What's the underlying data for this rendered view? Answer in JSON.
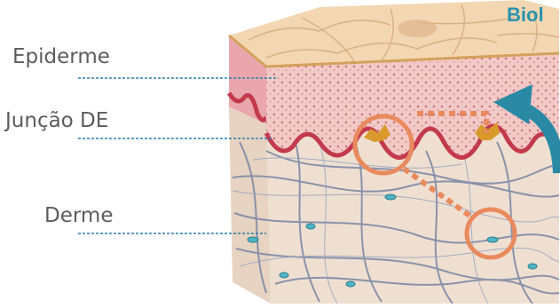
{
  "title": "Biol",
  "labels": {
    "epidermis": "Epiderme",
    "junction": "Junção DE",
    "dermis": "Derme"
  },
  "colors": {
    "title": "#2a93ad",
    "label_text": "#5c5c5c",
    "leader_line": "#2a7ea8",
    "highlight": "#e98a5e",
    "arrow": "#2a8aa6"
  }
}
